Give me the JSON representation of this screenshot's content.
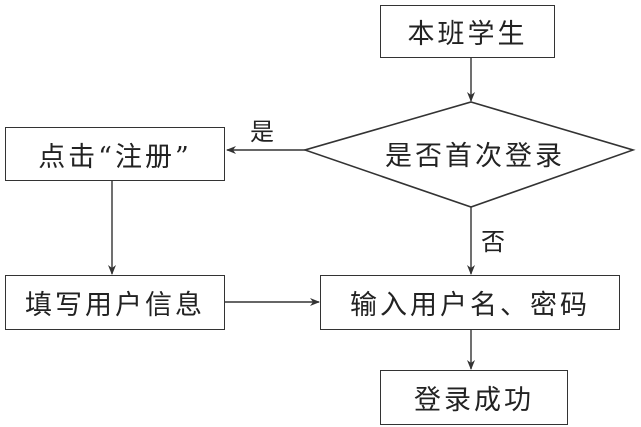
{
  "flowchart": {
    "nodes": {
      "start": "本班学生",
      "decision": "是否首次登录",
      "register": "点击“注册”",
      "fill_info": "填写用户信息",
      "input_credentials": "输入用户名、密码",
      "success": "登录成功"
    },
    "edge_labels": {
      "yes": "是",
      "no": "否"
    },
    "edges": [
      {
        "from": "start",
        "to": "decision"
      },
      {
        "from": "decision",
        "to": "register",
        "label": "是"
      },
      {
        "from": "decision",
        "to": "input_credentials",
        "label": "否"
      },
      {
        "from": "register",
        "to": "fill_info"
      },
      {
        "from": "fill_info",
        "to": "input_credentials"
      },
      {
        "from": "input_credentials",
        "to": "success"
      }
    ]
  }
}
